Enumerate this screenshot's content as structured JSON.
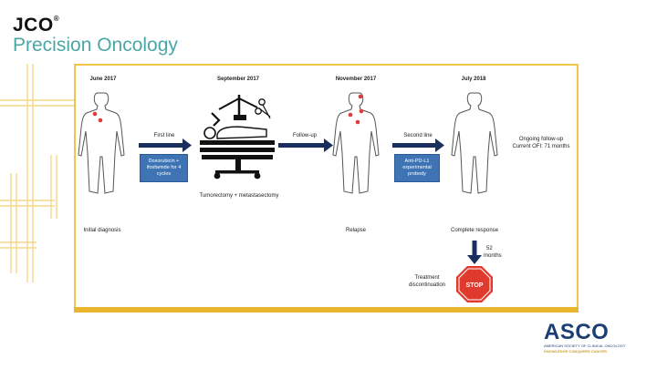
{
  "brand": {
    "jco": "JCO",
    "reg": "®",
    "sub": "Precision Oncology"
  },
  "timeline": {
    "dates": [
      "June 2017",
      "September 2017",
      "November 2017",
      "July 2018"
    ],
    "first_line": "First line",
    "first_box": "Doxorubicin +\nifosfamide for 4\ncycles",
    "surgery_caption": "Tumorectomy + metastasectomy",
    "follow_up": "Follow-up",
    "second_line": "Second line",
    "second_box": "Anti-PD-L1\nexperimental\nprobody",
    "ongoing_1": "Ongoing follow-up",
    "ongoing_2": "Current OFI: 71 months",
    "initial": "Initial diagnosis",
    "relapse": "Relapse",
    "complete": "Complete response",
    "months_1": "52",
    "months_2": "months",
    "treatment_1": "Treatment",
    "treatment_2": "discontinuation",
    "stop": "STOP"
  },
  "colors": {
    "gold": "#e9b52e",
    "navy": "#1b2f5e",
    "box_blue": "#3e73b4",
    "stop_red": "#e03a2f",
    "teal": "#4aa7a5",
    "dot_red": "#e23a3a"
  },
  "footer": {
    "asco": "ASCO",
    "asco_sub1": "AMERICAN SOCIETY OF CLINICAL ONCOLOGY",
    "asco_sub2": "KNOWLEDGE CONQUERS CANCER"
  }
}
